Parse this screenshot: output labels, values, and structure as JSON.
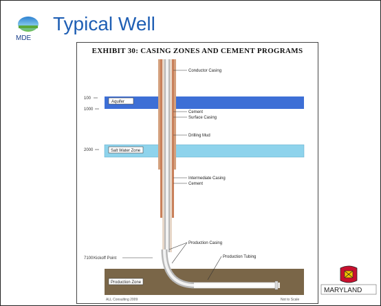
{
  "slide": {
    "title": "Typical Well",
    "logo_text": "MDE",
    "footer_logo_text": "MARYLAND"
  },
  "exhibit": {
    "title": "EXHIBIT 30: CASING ZONES AND CEMENT PROGRAMS",
    "depth_labels": [
      "100",
      "1000",
      "2000",
      "7100"
    ],
    "zones": {
      "aquifer": "Aquifer",
      "salt_water": "Salt Water Zone",
      "production": "Production Zone",
      "kickoff": "Kickoff Point"
    },
    "callouts": {
      "conductor": "Conductor Casing",
      "cement_1": "Cement",
      "surface": "Surface Casing",
      "drilling_mud": "Drilling Mud",
      "intermediate": "Intermediate Casing",
      "cement_2": "Cement",
      "production_casing": "Production Casing",
      "production_tubing": "Production Tubing"
    },
    "footer_left": "ALL Consulting 2009",
    "footer_right": "Not to Scale"
  },
  "colors": {
    "title_blue": "#1f5fb4",
    "aquifer": "#3d6fd6",
    "salt_water": "#8ed3ec",
    "production_zone": "#7a6648",
    "casing_brown": "#c9805a"
  }
}
